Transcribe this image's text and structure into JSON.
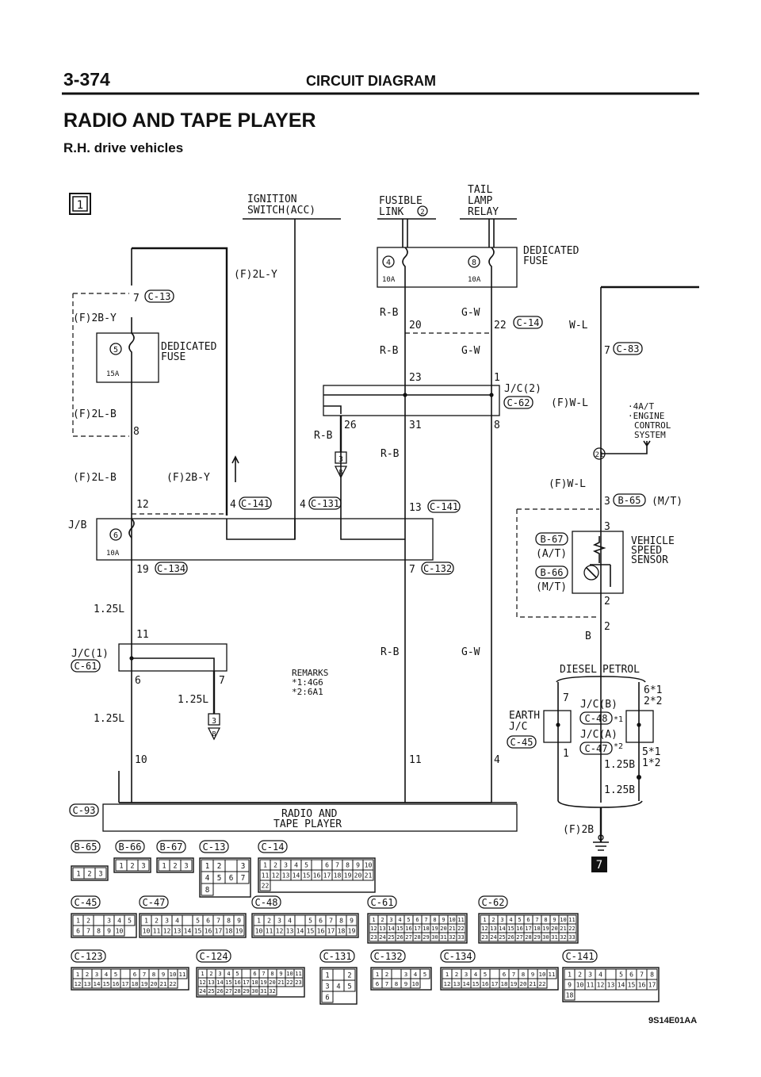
{
  "header": {
    "page_number": "3-374",
    "section": "CIRCUIT DIAGRAM",
    "title": "RADIO AND TAPE PLAYER",
    "subtitle": "R.H. drive vehicles",
    "diagram_no": "9S14E01AA",
    "section_marker": "1"
  },
  "components": {
    "ignition_switch": [
      "IGNITION",
      "SWITCH(ACC)"
    ],
    "fusible_link": [
      "FUSIBLE",
      "LINK"
    ],
    "fusible_link_num": "2",
    "tail_lamp_relay": [
      "TAIL",
      "LAMP",
      "RELAY"
    ],
    "dedicated_fuse": [
      "DEDICATED",
      "FUSE"
    ],
    "remarks": [
      "REMARKS",
      "*1:4G6",
      "*2:6A1"
    ],
    "radio": [
      "RADIO AND",
      "TAPE PLAYER"
    ],
    "vss": [
      "VEHICLE",
      "SPEED",
      "SENSOR"
    ],
    "engine_ctrl": [
      "·4A/T",
      "·ENGINE",
      "CONTROL",
      "SYSTEM"
    ],
    "diesel": "DIESEL",
    "petrol": "PETROL",
    "earth_jc": [
      "EARTH",
      "J/C"
    ],
    "jb": "J/B",
    "jc1": "J/C(1)",
    "jc2": "J/C(2)",
    "jcb": "J/C(B)",
    "jca": "J/C(A)"
  },
  "fuses": {
    "f4": "4",
    "f4_amp": "10A",
    "f8": "8",
    "f8_amp": "10A",
    "f5": "5",
    "f5_amp": "15A",
    "f6": "6",
    "f6_amp": "10A"
  },
  "wire_labels": {
    "f2ly": "(F)2L-Y",
    "f2by_a": "(F)2B-Y",
    "f2lb_a": "(F)2L-B",
    "f2lb_b": "(F)2L-B",
    "f2by_b": "(F)2B-Y",
    "rb_1": "R-B",
    "rb_2": "R-B",
    "rb_3": "R-B",
    "rb_4": "R-B",
    "rb_5": "R-B",
    "gw_1": "G-W",
    "gw_2": "G-W",
    "gw_3": "G-W",
    "wl": "W-L",
    "fwl_1": "(F)W-L",
    "fwl_2": "(F)W-L",
    "w125l_1": "1.25L",
    "w125l_2": "1.25L",
    "w125l_3": "1.25L",
    "w125b_1": "1.25B",
    "w125b_2": "1.25B",
    "b": "B",
    "f2b": "(F)2B"
  },
  "pins": {
    "p7_c13": "7",
    "c13": "C-13",
    "p8": "8",
    "p20": "20",
    "p22": "22",
    "c14": "C-14",
    "p23": "23",
    "p1": "1",
    "p26": "26",
    "p31": "31",
    "p8b": "8",
    "c62": "C-62",
    "p7_c83": "7",
    "c83": "C-83",
    "p12": "12",
    "p4_c141": "4",
    "c141": "C-141",
    "p4_c131": "4",
    "c131": "C-131",
    "p13_c141": "13",
    "p19": "19",
    "c134": "C-134",
    "p7_c132": "7",
    "c132": "C-132",
    "p11": "11",
    "p6": "6",
    "p7b": "7",
    "c61": "C-61",
    "p10": "10",
    "p11b": "11",
    "p4b": "4",
    "c93": "C-93",
    "p3_b65": "3",
    "b65": "B-65",
    "mt": "(M/T)",
    "p3": "3",
    "p2a": "2",
    "p2b": "2",
    "b67": "B-67",
    "at": "(A/T)",
    "b66": "B-66",
    "mt2": "(M/T)",
    "p7j": "7",
    "p1j": "1",
    "c48": "C-48",
    "c47": "C-47",
    "c45": "C-45",
    "p6s1": "6*1",
    "p2s2": "2*2",
    "p5s1": "5*1",
    "p1s2": "1*2",
    "s1": "*1",
    "s2": "*2",
    "gnd_3a": "3",
    "gnd_ba": "B",
    "gnd_3b": "3",
    "gnd_bb": "B",
    "gnd_21": "21",
    "earth_7": "7"
  },
  "connector_labels": {
    "b65": "B-65",
    "b66": "B-66",
    "b67": "B-67",
    "c13": "C-13",
    "c14": "C-14",
    "c45": "C-45",
    "c47": "C-47",
    "c48": "C-48",
    "c61": "C-61",
    "c62": "C-62",
    "c123": "C-123",
    "c124": "C-124",
    "c131": "C-131",
    "c132": "C-132",
    "c134": "C-134",
    "c141": "C-141"
  },
  "connectors": {
    "c13": [
      "1",
      "2",
      "",
      "3",
      "4",
      "5",
      "6",
      "7",
      "8"
    ],
    "c14": [
      "1",
      "2",
      "3",
      "4",
      "5",
      "",
      "6",
      "7",
      "8",
      "9",
      "10",
      "11",
      "12",
      "13",
      "14",
      "15",
      "16",
      "17",
      "18",
      "19",
      "20",
      "21",
      "22"
    ],
    "c45": [
      "1",
      "2",
      "",
      "3",
      "4",
      "5",
      "6",
      "7",
      "8",
      "9",
      "10"
    ],
    "c47": [
      "1",
      "2",
      "3",
      "4",
      "",
      "5",
      "6",
      "7",
      "8",
      "9",
      "10",
      "11",
      "12",
      "13",
      "14",
      "15",
      "16",
      "17",
      "18",
      "19"
    ],
    "c48": [
      "1",
      "2",
      "3",
      "4",
      "",
      "5",
      "6",
      "7",
      "8",
      "9",
      "10",
      "11",
      "12",
      "13",
      "14",
      "15",
      "16",
      "17",
      "18",
      "19"
    ],
    "c61": [
      "1",
      "2",
      "3",
      "4",
      "5",
      "6",
      "7",
      "8",
      "9",
      "10",
      "11",
      "12",
      "13",
      "14",
      "15",
      "16",
      "17",
      "18",
      "19",
      "20",
      "21",
      "22",
      "23",
      "24",
      "25",
      "26",
      "27",
      "28",
      "29",
      "30",
      "31",
      "32",
      "33"
    ],
    "c62": [
      "1",
      "2",
      "3",
      "4",
      "5",
      "6",
      "7",
      "8",
      "9",
      "10",
      "11",
      "12",
      "13",
      "14",
      "15",
      "16",
      "17",
      "18",
      "19",
      "20",
      "21",
      "22",
      "23",
      "24",
      "25",
      "26",
      "27",
      "28",
      "29",
      "30",
      "31",
      "32",
      "33"
    ],
    "c123": [
      "1",
      "2",
      "3",
      "4",
      "5",
      "",
      "6",
      "7",
      "8",
      "9",
      "10",
      "11",
      "12",
      "13",
      "14",
      "15",
      "16",
      "17",
      "18",
      "19",
      "20",
      "21",
      "22"
    ],
    "c124": [
      "1",
      "2",
      "3",
      "4",
      "5",
      "",
      "6",
      "7",
      "8",
      "9",
      "10",
      "11",
      "12",
      "13",
      "14",
      "15",
      "16",
      "17",
      "18",
      "19",
      "20",
      "21",
      "22",
      "23",
      "24",
      "25",
      "26",
      "27",
      "28",
      "29",
      "30",
      "31",
      "32"
    ],
    "c131": [
      "1",
      "",
      "2",
      "3",
      "4",
      "5",
      "6"
    ],
    "c132": [
      "1",
      "2",
      "",
      "3",
      "4",
      "5",
      "6",
      "7",
      "8",
      "9",
      "10"
    ],
    "c134": [
      "1",
      "2",
      "3",
      "4",
      "5",
      "",
      "6",
      "7",
      "8",
      "9",
      "10",
      "11",
      "12",
      "13",
      "14",
      "15",
      "16",
      "17",
      "18",
      "19",
      "20",
      "21",
      "22"
    ],
    "c141": [
      "1",
      "2",
      "3",
      "4",
      "",
      "5",
      "6",
      "7",
      "8",
      "9",
      "10",
      "11",
      "12",
      "13",
      "14",
      "15",
      "16",
      "17",
      "18"
    ],
    "b65": [
      "1",
      "2",
      "3"
    ],
    "b66": [
      "1",
      "2",
      "3"
    ],
    "b67": [
      "1",
      "2",
      "3"
    ]
  }
}
